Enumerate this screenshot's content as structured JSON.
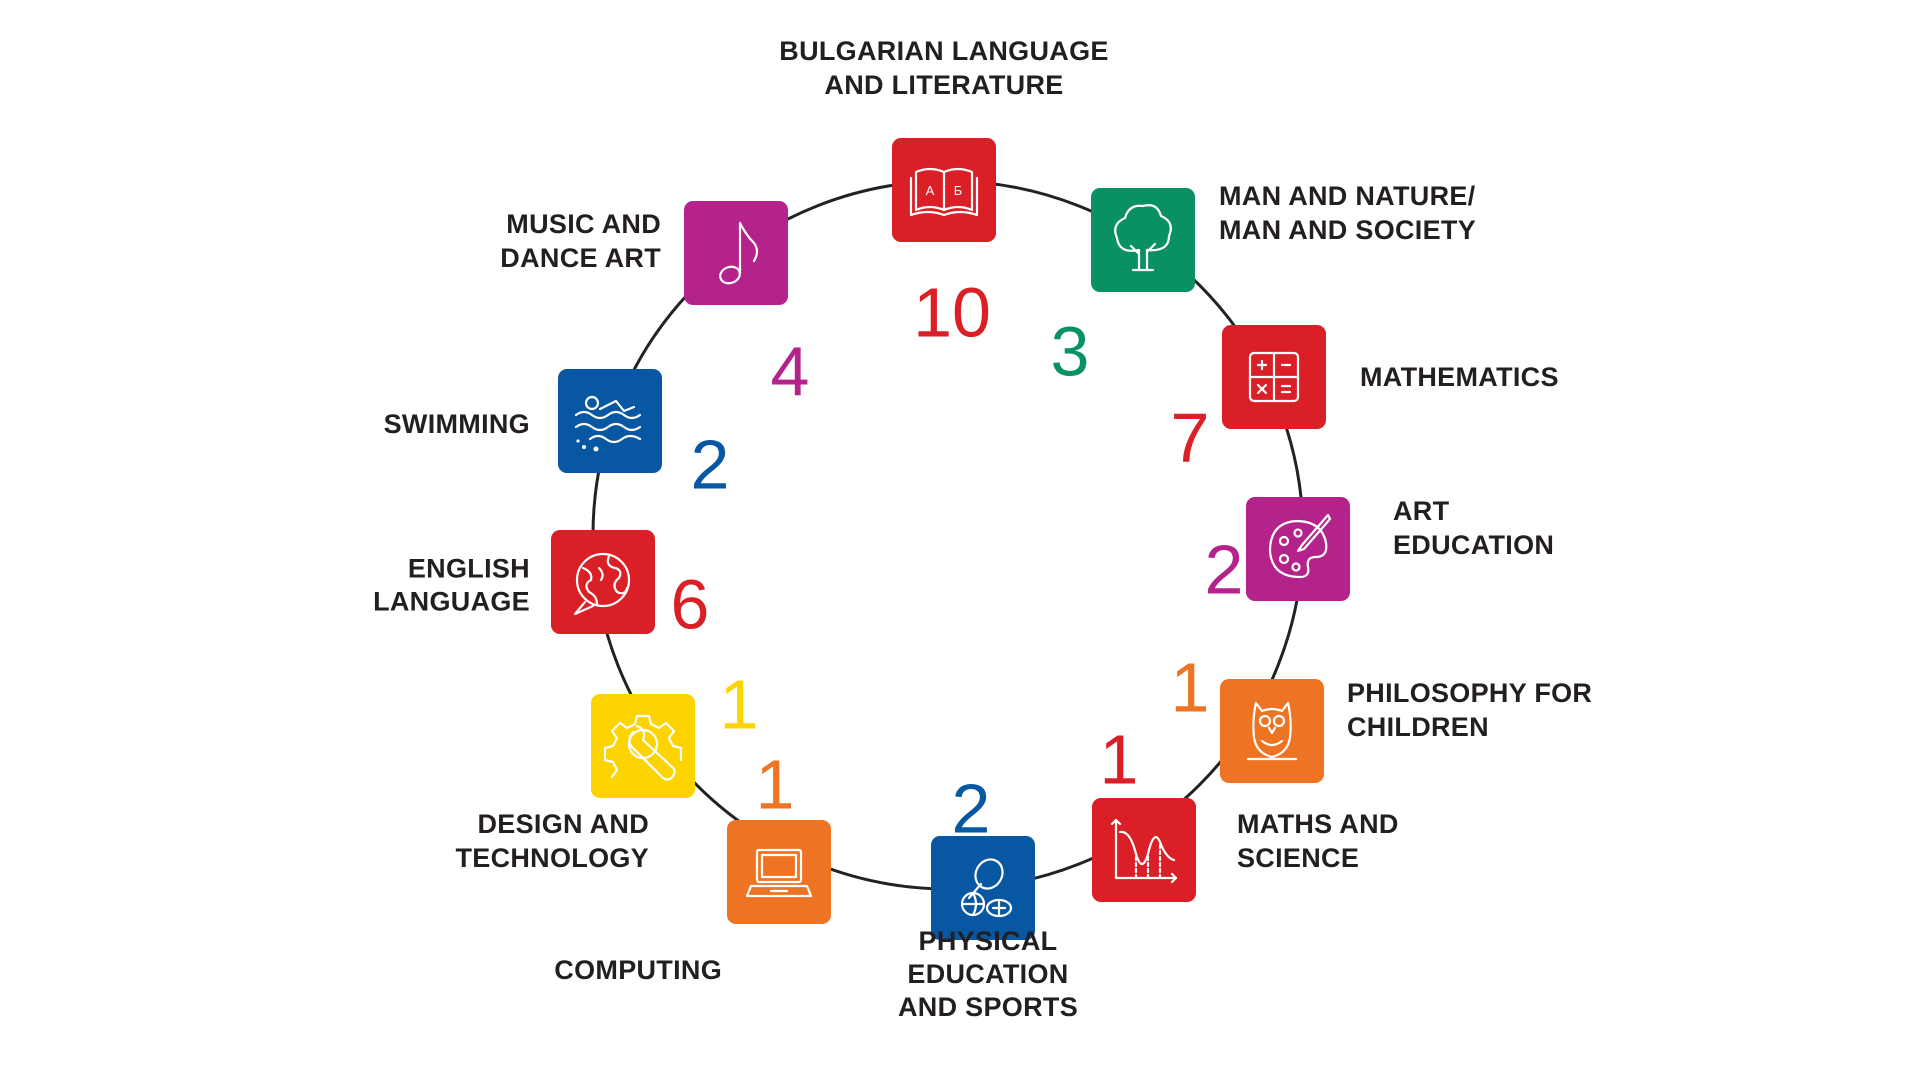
{
  "colors": {
    "red": "#DA1F26",
    "green": "#0A9161",
    "magenta": "#B4228B",
    "blue": "#0757A3",
    "orange": "#EE7322",
    "yellow": "#FDD300",
    "text": "#231F20",
    "ring": "#222222"
  },
  "subjects": [
    {
      "id": "bulgarian-language-and-literature",
      "label_lines": [
        "BULGARIAN LANGUAGE",
        "AND LITERATURE"
      ],
      "count": "10",
      "color": "#DA1F26",
      "icon": "open-book-icon",
      "icon_text": [
        "А",
        "Б"
      ]
    },
    {
      "id": "man-and-nature",
      "label_lines": [
        "MAN AND NATURE/",
        "MAN AND SOCIETY"
      ],
      "count": "3",
      "color": "#0A9161",
      "icon": "tree-icon"
    },
    {
      "id": "mathematics",
      "label_lines": [
        "MATHEMATICS"
      ],
      "count": "7",
      "color": "#DA1F26",
      "icon": "calculator-icon"
    },
    {
      "id": "art-education",
      "label_lines": [
        "ART",
        "EDUCATION"
      ],
      "count": "2",
      "color": "#B4228B",
      "icon": "palette-icon"
    },
    {
      "id": "philosophy-for-children",
      "label_lines": [
        "PHILOSOPHY FOR",
        "CHILDREN"
      ],
      "count": "1",
      "color": "#EE7322",
      "icon": "owl-icon"
    },
    {
      "id": "maths-and-science",
      "label_lines": [
        "MATHS AND",
        "SCIENCE"
      ],
      "count": "1",
      "color": "#DA1F26",
      "icon": "graph-icon"
    },
    {
      "id": "physical-education-and-sports",
      "label_lines": [
        "PHYSICAL",
        "EDUCATION",
        "AND SPORTS"
      ],
      "count": "2",
      "color": "#0757A3",
      "icon": "sports-balls-icon"
    },
    {
      "id": "computing",
      "label_lines": [
        "COMPUTING"
      ],
      "count": "1",
      "color": "#EE7322",
      "icon": "laptop-icon"
    },
    {
      "id": "design-and-technology",
      "label_lines": [
        "DESIGN AND",
        "TECHNOLOGY"
      ],
      "count": "1",
      "color": "#FDD300",
      "icon": "gear-wrench-icon"
    },
    {
      "id": "english-language",
      "label_lines": [
        "ENGLISH",
        "LANGUAGE"
      ],
      "count": "6",
      "color": "#DA1F26",
      "icon": "globe-speech-icon"
    },
    {
      "id": "swimming",
      "label_lines": [
        "SWIMMING"
      ],
      "count": "2",
      "color": "#0757A3",
      "icon": "swimmer-icon"
    },
    {
      "id": "music-and-dance-art",
      "label_lines": [
        "MUSIC AND",
        "DANCE ART"
      ],
      "count": "4",
      "color": "#B4228B",
      "icon": "music-note-icon"
    }
  ]
}
